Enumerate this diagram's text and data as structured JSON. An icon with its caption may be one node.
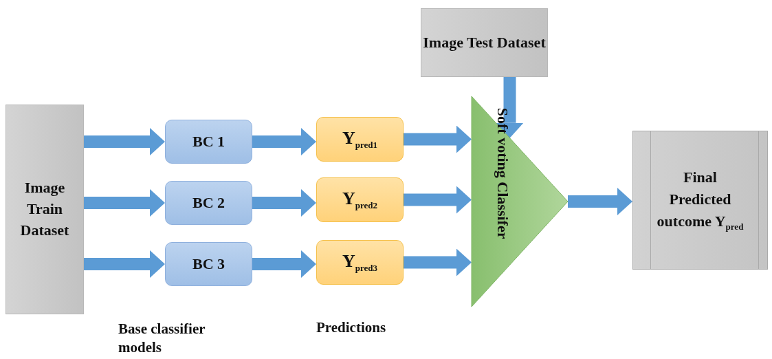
{
  "diagram": {
    "nodes": [
      {
        "text": [
          "Image Train Dataset"
        ]
      },
      {
        "text": [
          "BC 1"
        ]
      },
      {
        "text": [
          "BC 2"
        ]
      },
      {
        "text": [
          "BC 3"
        ]
      },
      {
        "text": [
          "Y$_{pred1}$"
        ]
      },
      {
        "text": [
          "Y$_{pred2}$"
        ]
      },
      {
        "text": [
          "Y$_{pred3}$"
        ]
      },
      {
        "text": [
          "Image Test Dataset"
        ]
      },
      {
        "text": [
          "Soft voting Classifer"
        ]
      },
      {
        "text": [
          "Final Predicted outcome Y$_{pred}$"
        ]
      }
    ],
    "edges": [
      {
        "from": 0,
        "to": 1,
        "arrow": "to"
      },
      {
        "from": 0,
        "to": 2,
        "arrow": "to"
      },
      {
        "from": 0,
        "to": 3,
        "arrow": "to"
      },
      {
        "from": 1,
        "to": 4,
        "arrow": "to"
      },
      {
        "from": 2,
        "to": 5,
        "arrow": "to"
      },
      {
        "from": 3,
        "to": 6,
        "arrow": "to"
      },
      {
        "from": 4,
        "to": 8,
        "arrow": "to"
      },
      {
        "from": 5,
        "to": 8,
        "arrow": "to"
      },
      {
        "from": 6,
        "to": 8,
        "arrow": "to"
      },
      {
        "from": 7,
        "to": 8,
        "arrow": "to"
      },
      {
        "from": 8,
        "to": 9,
        "arrow": "to"
      }
    ],
    "labels": [
      "Base classifier models",
      "Predictions"
    ]
  }
}
